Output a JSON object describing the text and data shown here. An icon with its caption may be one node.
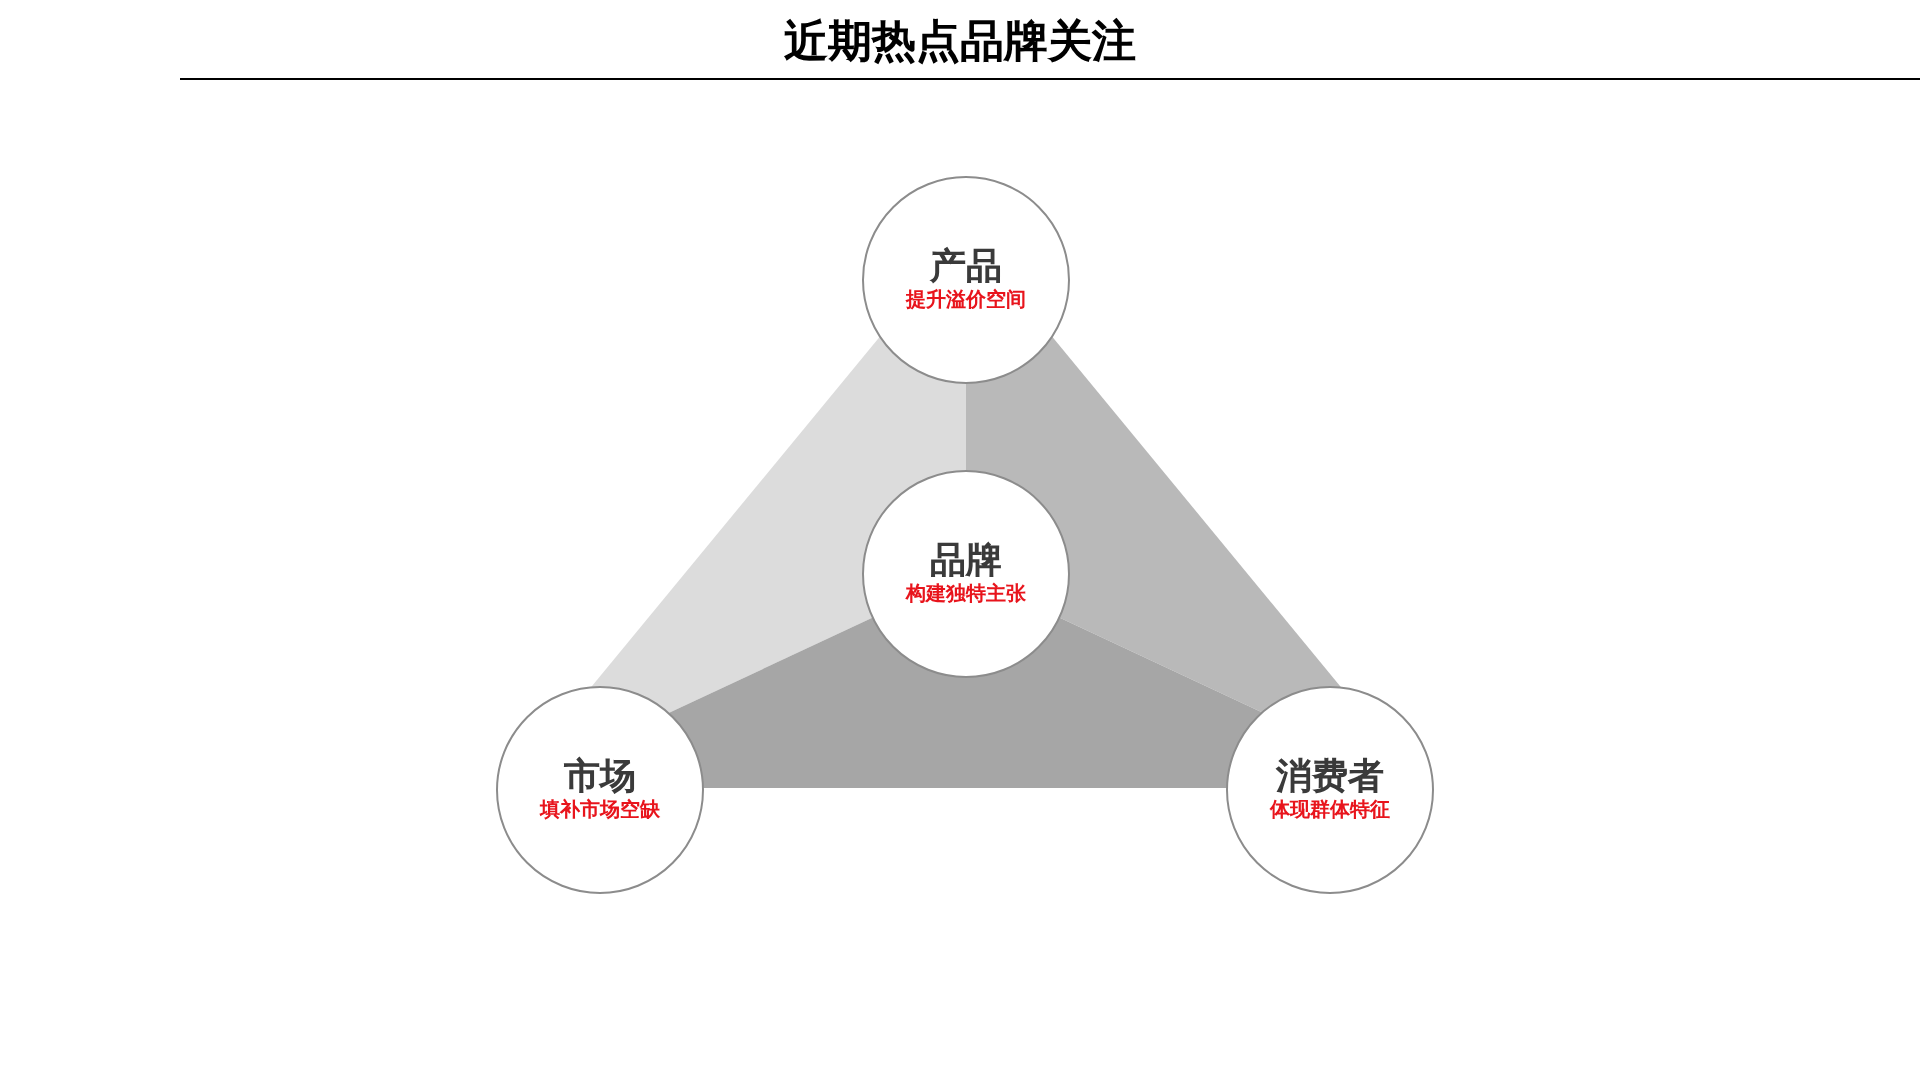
{
  "diagram": {
    "title": "近期热点品牌关注",
    "nodes": [
      {
        "text": [
          "产品",
          "提升溢价空间"
        ]
      },
      {
        "text": [
          "品牌",
          "构建独特主张"
        ]
      },
      {
        "text": [
          "市场",
          "填补市场空缺"
        ]
      },
      {
        "text": [
          "消费者",
          "体现群体特征"
        ]
      }
    ]
  }
}
